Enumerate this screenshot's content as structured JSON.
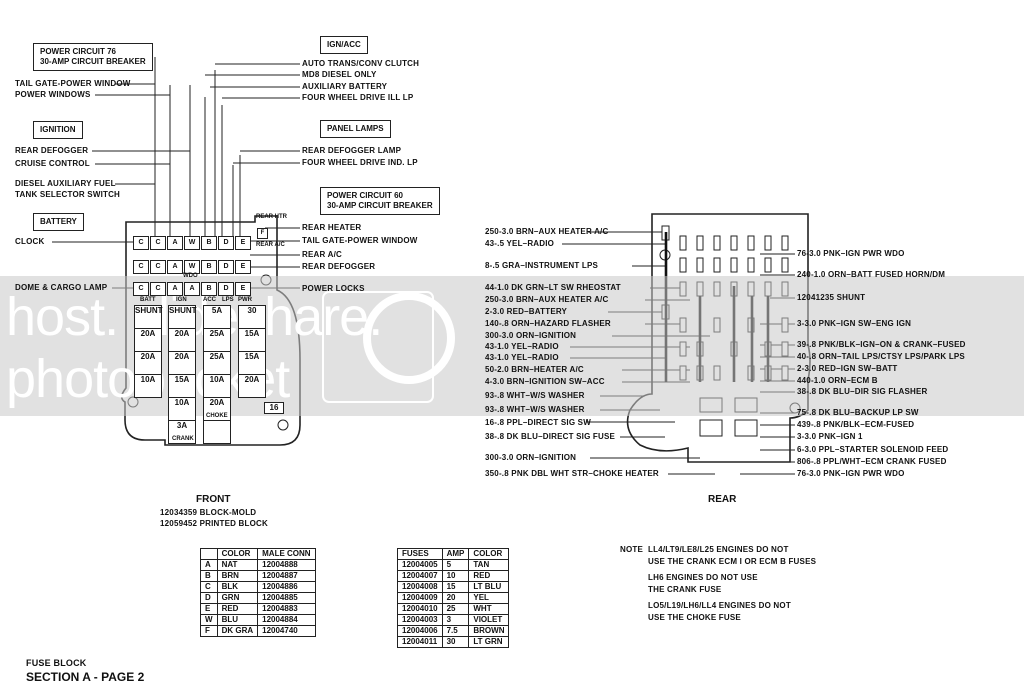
{
  "front": {
    "callouts_left": [
      {
        "key": "pc76",
        "text": "POWER CIRCUIT 76\n30-AMP CIRCUIT BREAKER"
      },
      {
        "key": "ignition",
        "text": "IGNITION"
      },
      {
        "key": "battery",
        "text": "BATTERY"
      }
    ],
    "labels_left": [
      "TAIL GATE-POWER WINDOW",
      "POWER WINDOWS",
      "REAR DEFOGGER",
      "CRUISE CONTROL",
      "DIESEL AUXILIARY FUEL",
      "TANK SELECTOR SWITCH",
      "CLOCK",
      "DOME & CARGO LAMP"
    ],
    "callout_ign_acc": "IGN/ACC",
    "labels_ign_acc": [
      "AUTO TRANS/CONV CLUTCH",
      "MD8 DIESEL ONLY",
      "AUXILIARY BATTERY",
      "FOUR WHEEL DRIVE ILL LP"
    ],
    "callout_panel_lamps": "PANEL LAMPS",
    "labels_panel": [
      "REAR DEFOGGER LAMP",
      "FOUR WHEEL DRIVE IND. LP"
    ],
    "callout_pc60": "POWER CIRCUIT 60\n30-AMP CIRCUIT BREAKER",
    "labels_right": [
      "REAR HEATER",
      "TAIL GATE-POWER WINDOW",
      "REAR A/C",
      "REAR DEFOGGER",
      "POWER LOCKS"
    ],
    "conn_row1": [
      "C",
      "C",
      "A",
      "W",
      "B",
      "D",
      "E"
    ],
    "conn_row2": [
      "C",
      "C",
      "A",
      "W",
      "B",
      "D",
      "E"
    ],
    "conn_row3": [
      "C",
      "C",
      "A",
      "A",
      "B",
      "D",
      "E"
    ],
    "rear_htr_label": "REAR HTR",
    "rear_ac_label": "REAR A/C",
    "wdo_label": "WDO",
    "fuse_headers": [
      "BATT",
      "IGN",
      "ACC",
      "LPS",
      "PWR"
    ],
    "fuses_row1": [
      "SHUNT",
      "SHUNT",
      "5A",
      "30"
    ],
    "fuses_row2": [
      "20A",
      "20A",
      "25A",
      "15A"
    ],
    "fuses_row3": [
      "20A",
      "20A",
      "25A",
      "15A"
    ],
    "fuses_row4": [
      "10A",
      "15A",
      "10A",
      "20A"
    ],
    "fuse_20a_bottom": "20A",
    "fuse_16": "16",
    "fuse_3a": "3A",
    "crank_label": "CRANK",
    "choke_label": "CHOKE",
    "heading": "FRONT",
    "sub1": "12034359 BLOCK-MOLD",
    "sub2": "12059452 PRINTED BLOCK"
  },
  "rear": {
    "labels_left": [
      "250-3.0 BRN–AUX HEATER A/C",
      "43-.5 YEL–RADIO",
      "8-.5 GRA–INSTRUMENT LPS",
      "44-1.0 DK GRN–LT SW RHEOSTAT",
      "250-3.0 BRN–AUX HEATER A/C",
      "2-3.0 RED–BATTERY",
      "140-.8 ORN–HAZARD FLASHER",
      "300-3.0 ORN–IGNITION",
      "43-1.0 YEL–RADIO",
      "43-1.0 YEL–RADIO",
      "50-2.0 BRN–HEATER A/C",
      "4-3.0 BRN–IGNITION SW–ACC",
      "93-.8 WHT–W/S WASHER",
      "93-.8 WHT–W/S WASHER",
      "16-.8 PPL–DIRECT SIG SW",
      "38-.8 DK BLU–DIRECT SIG FUSE",
      "300-3.0 ORN–IGNITION",
      "350-.8 PNK DBL WHT STR–CHOKE HEATER"
    ],
    "labels_right": [
      "76-3.0 PNK–IGN PWR WDO",
      "240-1.0 ORN–BATT FUSED HORN/DM",
      "12041235 SHUNT",
      "3-3.0 PNK–IGN SW–ENG IGN",
      "39-.8 PNK/BLK–IGN–ON & CRANK–FUSED",
      "40-.8 ORN–TAIL LPS/CTSY LPS/PARK LPS",
      "2-3.0 RED–IGN SW–BATT",
      "440-1.0 ORN–ECM B",
      "38-.8 DK BLU–DIR SIG FLASHER",
      "75-.8 DK BLU–BACKUP LP SW",
      "439-.8 PNK/BLK–ECM-FUSED",
      "3-3.0 PNK–IGN 1",
      "6-3.0 PPL–STARTER SOLENOID FEED",
      "806-.8 PPL/WHT–ECM CRANK FUSED",
      "76-3.0 PNK–IGN PWR WDO"
    ],
    "heading": "REAR"
  },
  "conn_table": {
    "headers": [
      "",
      "COLOR",
      "MALE CONN"
    ],
    "rows": [
      [
        "A",
        "NAT",
        "12004888"
      ],
      [
        "B",
        "BRN",
        "12004887"
      ],
      [
        "C",
        "BLK",
        "12004886"
      ],
      [
        "D",
        "GRN",
        "12004885"
      ],
      [
        "E",
        "RED",
        "12004883"
      ],
      [
        "W",
        "BLU",
        "12004884"
      ],
      [
        "F",
        "DK GRA",
        "12004740"
      ]
    ]
  },
  "fuse_table": {
    "headers": [
      "FUSES",
      "AMP",
      "COLOR"
    ],
    "rows": [
      [
        "12004005",
        "5",
        "TAN"
      ],
      [
        "12004007",
        "10",
        "RED"
      ],
      [
        "12004008",
        "15",
        "LT BLU"
      ],
      [
        "12004009",
        "20",
        "YEL"
      ],
      [
        "12004010",
        "25",
        "WHT"
      ],
      [
        "12004003",
        "3",
        "VIOLET"
      ],
      [
        "12004006",
        "7.5",
        "BROWN"
      ],
      [
        "12004011",
        "30",
        "LT GRN"
      ]
    ]
  },
  "note": {
    "label": "NOTE",
    "lines": [
      "LL4/LT9/LE8/L25 ENGINES DO NOT",
      "USE THE CRANK ECM I OR ECM B FUSES",
      "LH6 ENGINES DO NOT USE",
      "THE CRANK FUSE",
      "LO5/L19/LH6/LL4 ENGINES DO NOT",
      "USE THE CHOKE FUSE"
    ]
  },
  "footer": {
    "line1": "FUSE BLOCK",
    "line2": "SECTION A - PAGE 2"
  },
  "watermark": {
    "line1": "host. slideshare.",
    "line2": "photobucket"
  }
}
